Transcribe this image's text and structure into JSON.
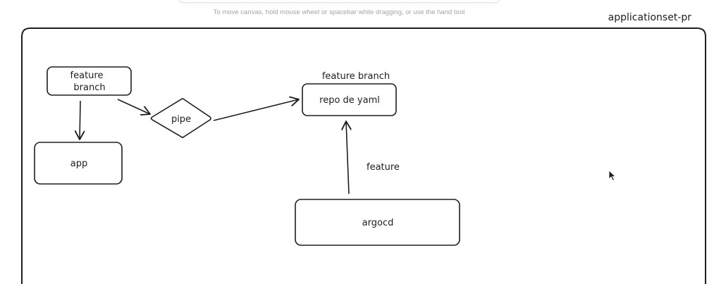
{
  "canvas_hint": "To move canvas, hold mouse wheel or spacebar while dragging, or use the hand tool",
  "frame_title": "applicationset-pr",
  "nodes": {
    "feature_branch": {
      "line1": "feature",
      "line2": "branch"
    },
    "app": {
      "label": "app"
    },
    "pipe": {
      "label": "pipe"
    },
    "repo": {
      "label": "repo de yaml",
      "caption": "feature branch"
    },
    "argocd": {
      "label": "argocd"
    }
  },
  "edges": {
    "argocd_to_repo": {
      "label": "feature"
    }
  },
  "icons": {
    "cursor": "mouse-pointer-icon"
  },
  "colors": {
    "stroke": "#1e1e1e",
    "hint": "#a3a3ad",
    "background": "#ffffff"
  }
}
